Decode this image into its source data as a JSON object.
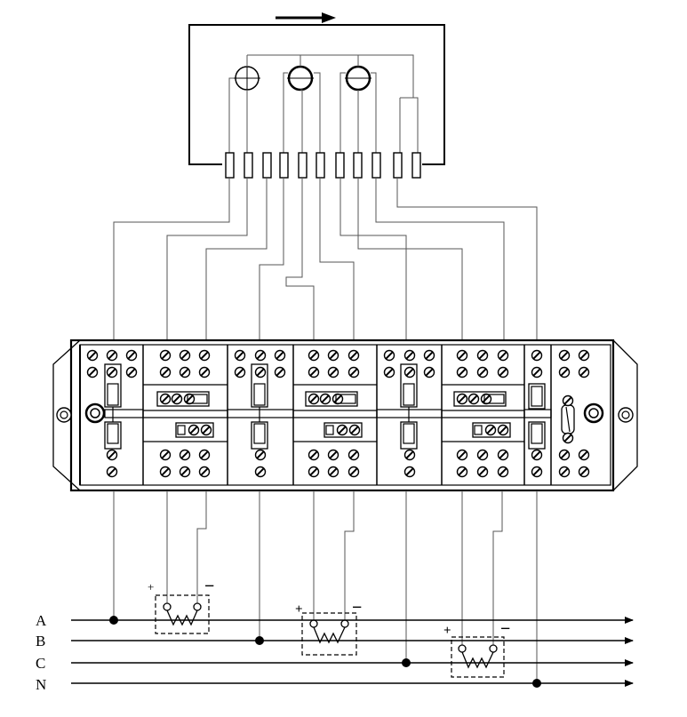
{
  "phases": [
    {
      "label": "A"
    },
    {
      "label": "B"
    },
    {
      "label": "C"
    },
    {
      "label": "N"
    }
  ],
  "current_transformers": [
    {
      "plus": "+",
      "minus": "−"
    },
    {
      "plus": "+",
      "minus": "−"
    },
    {
      "plus": "+",
      "minus": "−"
    }
  ],
  "meter": {
    "coils": 3,
    "terminals": 11,
    "direction_arrow": "right-arrow-icon"
  },
  "terminal_block": {
    "voltage_links": 3,
    "current_sections": 3,
    "neutral_link": 1
  },
  "colors": {
    "line": "#000000",
    "wire": "#555555"
  }
}
